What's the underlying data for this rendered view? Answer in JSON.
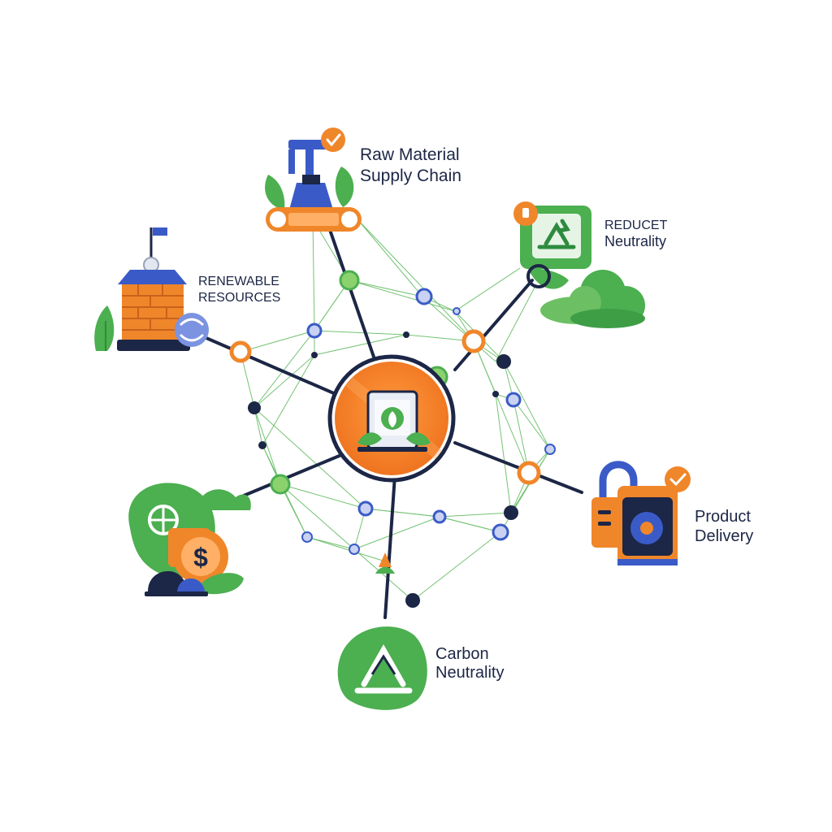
{
  "diagram": {
    "labels": {
      "raw_material": [
        "Raw Material",
        "Supply Chain"
      ],
      "reducet": [
        "REDUCET",
        "Neutrality"
      ],
      "renewable": [
        "RENEWABLE",
        "RESOURCES"
      ],
      "product_delivery": [
        "Product",
        "Delivery"
      ],
      "carbon_neutrality": [
        "Carbon",
        "Neutrality"
      ]
    },
    "icons": {
      "hub": "leaf-device-icon",
      "raw_material": "factory-crane-icon",
      "reducet": "recycle-icon",
      "renewable": "building-icon",
      "product_delivery": "padlock-icon",
      "carbon_neutrality": "recycle-icon",
      "finance": "dollar-coin-icon"
    },
    "colors": {
      "navy": "#1c2646",
      "orange": "#f0862a",
      "green": "#4caf50",
      "light_green": "#8bd26e",
      "blue": "#3a5bc7"
    }
  }
}
